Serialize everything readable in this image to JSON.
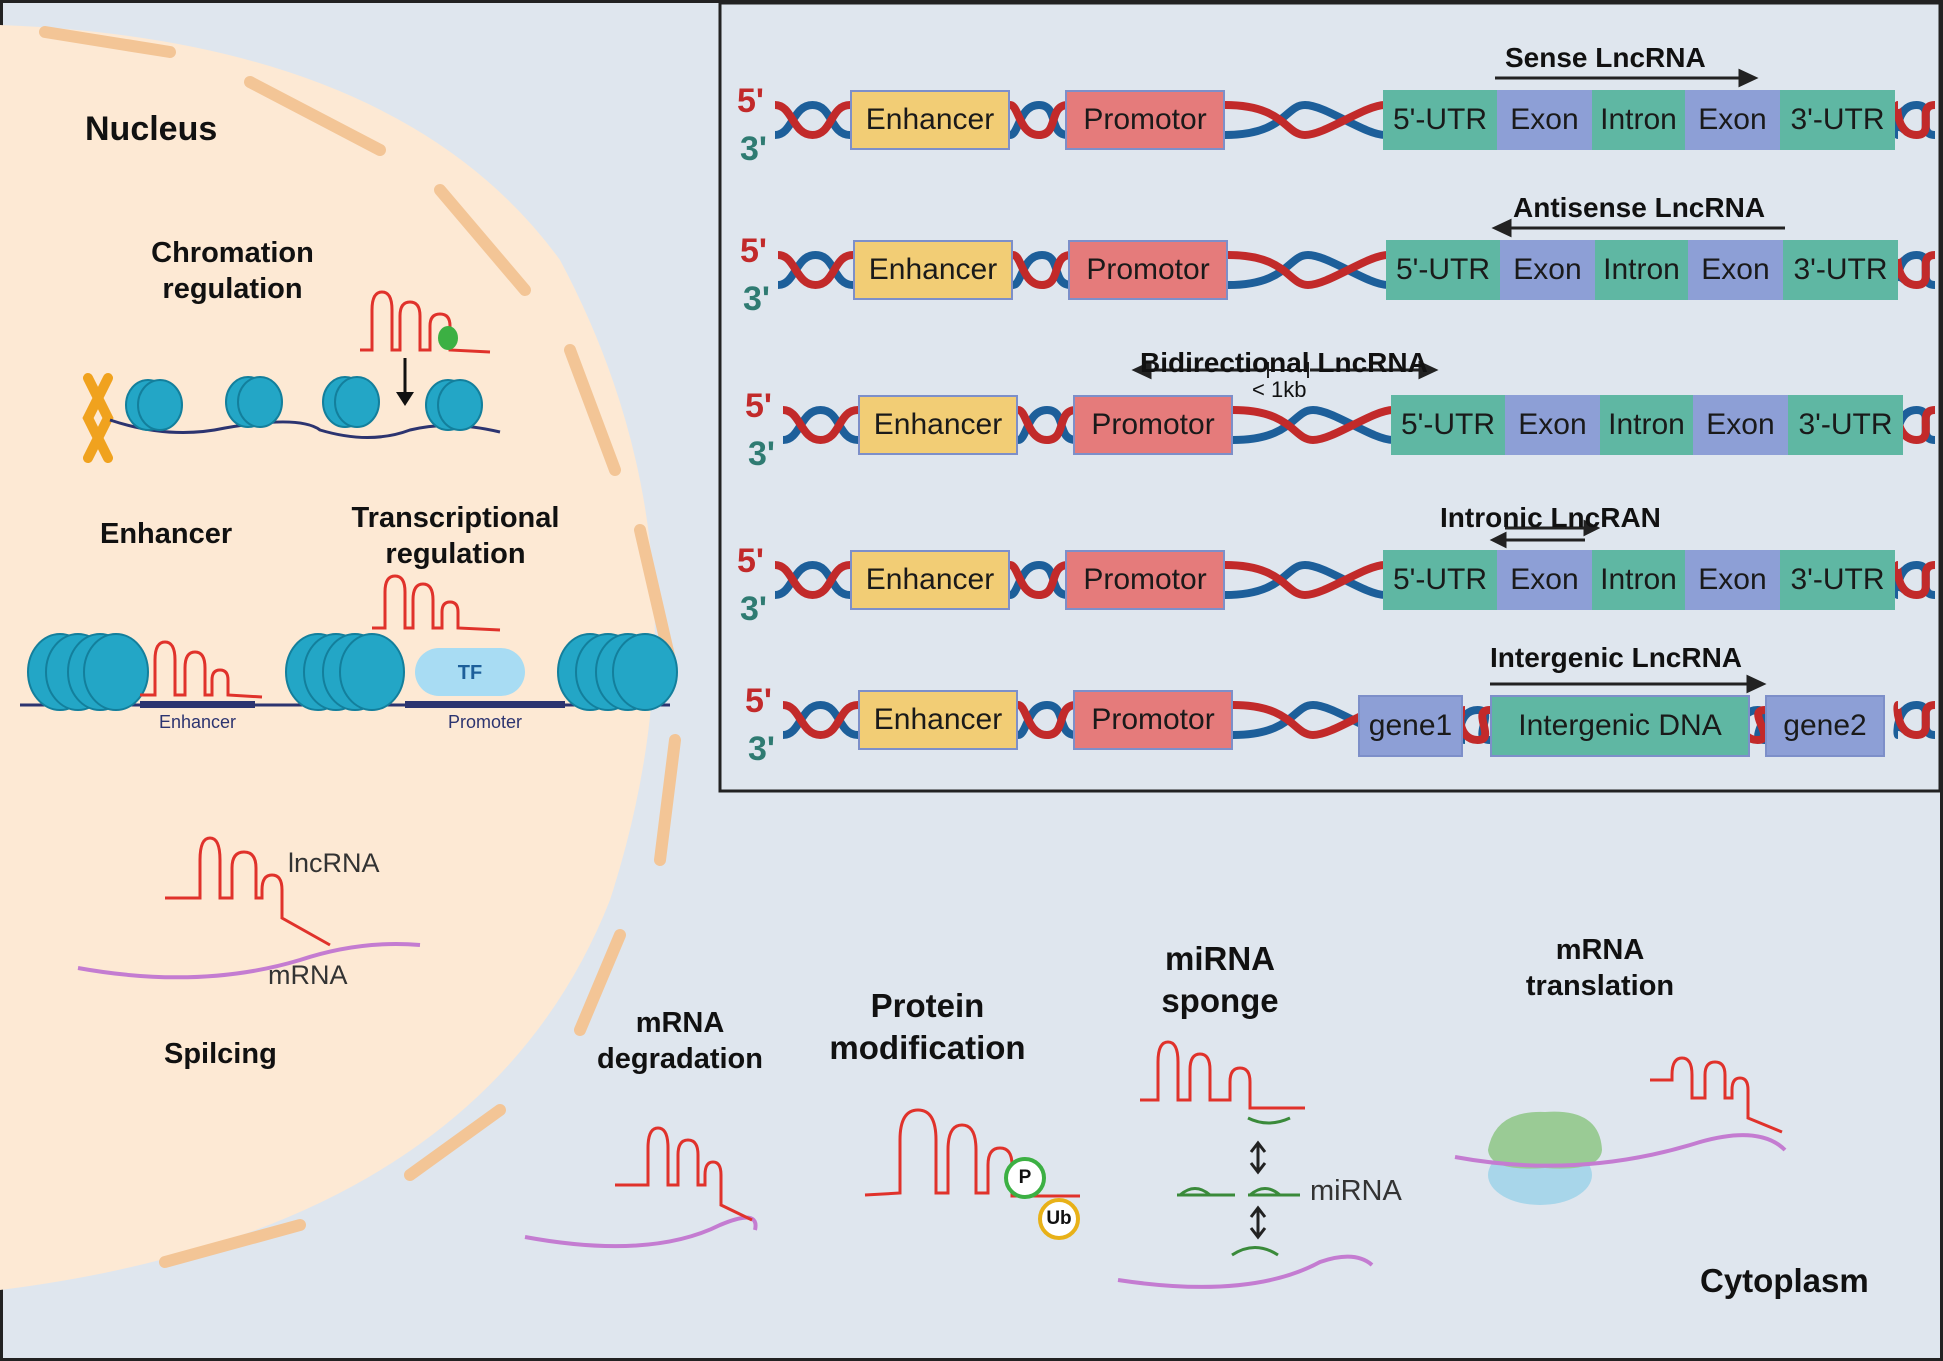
{
  "nucleus": {
    "title": "Nucleus",
    "chromatin_label_line1": "Chromation",
    "chromatin_label_line2": "regulation",
    "enhancer_label": "Enhancer",
    "transcriptional_line1": "Transcriptional",
    "transcriptional_line2": "regulation",
    "tf_label": "TF",
    "enhancer_region_label": "Enhancer",
    "promoter_region_label": "Promoter",
    "lncrna_label": "lncRNA",
    "mrna_label": "mRNA",
    "splicing_label": "Spilcing"
  },
  "dna_panel": {
    "prime5": "5'",
    "prime3": "3'",
    "rows": [
      {
        "title": "Sense  LncRNA",
        "enhancer": "Enhancer",
        "promoter": "Promotor",
        "segments": [
          "5'-UTR",
          "Exon",
          "Intron",
          "Exon",
          "3'-UTR"
        ]
      },
      {
        "title": "Antisense  LncRNA",
        "enhancer": "Enhancer",
        "promoter": "Promotor",
        "segments": [
          "5'-UTR",
          "Exon",
          "Intron",
          "Exon",
          "3'-UTR"
        ]
      },
      {
        "title": "Bidirectional LncRNA",
        "distance": "< 1kb",
        "enhancer": "Enhancer",
        "promoter": "Promotor",
        "segments": [
          "5'-UTR",
          "Exon",
          "Intron",
          "Exon",
          "3'-UTR"
        ]
      },
      {
        "title": "Intronic LncRAN",
        "enhancer": "Enhancer",
        "promoter": "Promotor",
        "segments": [
          "5'-UTR",
          "Exon",
          "Intron",
          "Exon",
          "3'-UTR"
        ]
      },
      {
        "title": "Intergenic LncRNA",
        "enhancer": "Enhancer",
        "promoter": "Promotor",
        "segments": [
          "gene1",
          "Intergenic DNA",
          "gene2"
        ]
      }
    ]
  },
  "cytoplasm": {
    "title": "Cytoplasm",
    "degradation_line1": "mRNA",
    "degradation_line2": "degradation",
    "protein_line1": "Protein",
    "protein_line2": "modification",
    "p_badge": "P",
    "ub_badge": "Ub",
    "sponge_line1": "miRNA",
    "sponge_line2": "sponge",
    "mirna_label": "miRNA",
    "translation_line1": "mRNA",
    "translation_line2": "translation"
  },
  "colors": {
    "background": "#dfe6ee",
    "nucleus_fill": "#fde9d4",
    "envelope": "#f5c9a0",
    "dna_red": "#c22a2a",
    "dna_blue": "#1d5f9a",
    "lncrna": "#e0322b",
    "mrna": "#c47cd1",
    "nucleosome": "#23a6c6",
    "mirna": "#3a8a3a"
  }
}
